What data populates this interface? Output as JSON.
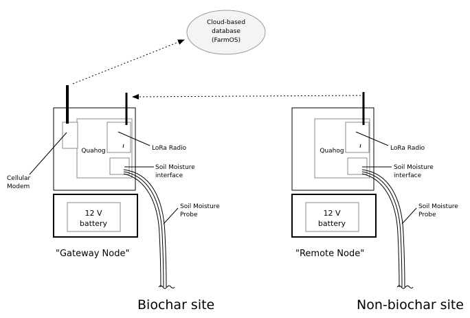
{
  "cloud": {
    "line1": "Cloud-based",
    "line2": "database",
    "line3": "(FarmOS)"
  },
  "gateway": {
    "quahog": "Quahog",
    "lora_radio": "LoRa Radio",
    "soil_interface_line1": "Soil Moisture",
    "soil_interface_line2": "interface",
    "cellular_line1": "Cellular",
    "cellular_line2": "Modem",
    "battery_line1": "12 V",
    "battery_line2": "battery",
    "probe_line1": "Soil Moisture",
    "probe_line2": "Probe",
    "node_label": "\"Gateway Node\"",
    "site_label": "Biochar site"
  },
  "remote": {
    "quahog": "Quahog",
    "lora_radio": "LoRa Radio",
    "soil_interface_line1": "Soil Moisture",
    "soil_interface_line2": "interface",
    "battery_line1": "12 V",
    "battery_line2": "battery",
    "probe_line1": "Soil Moisture",
    "probe_line2": "Probe",
    "node_label": "\"Remote Node\"",
    "site_label": "Non-biochar site"
  }
}
